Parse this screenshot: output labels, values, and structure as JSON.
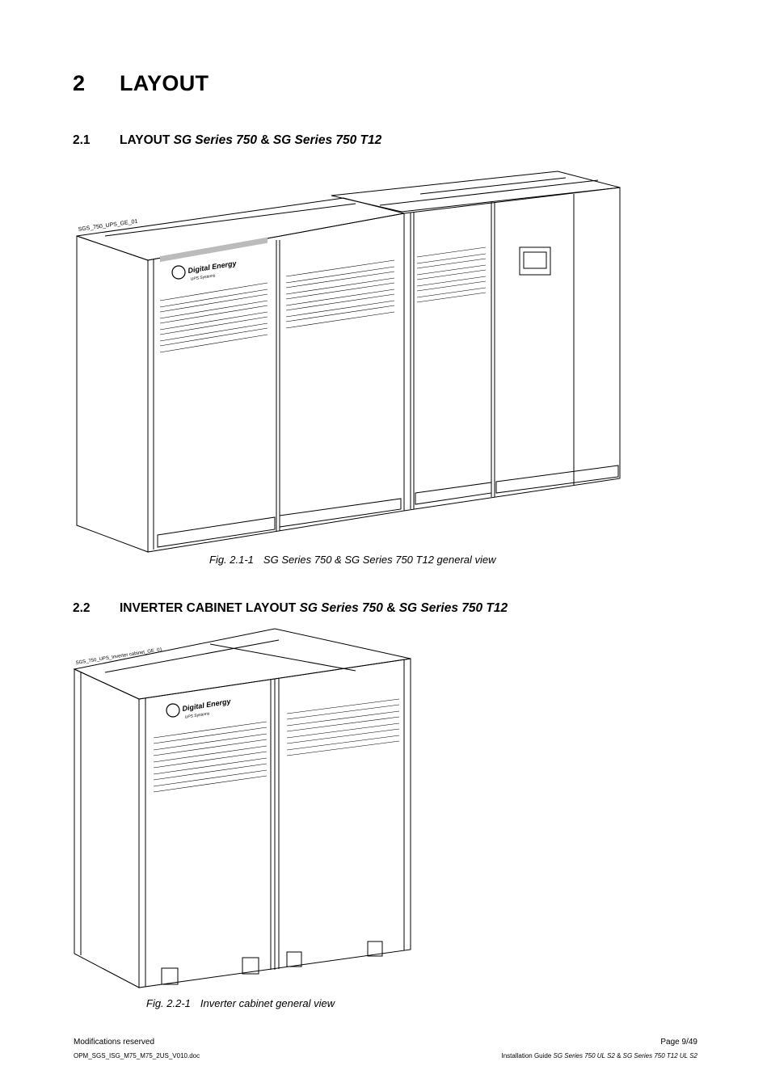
{
  "chapter": {
    "number": "2",
    "title": "LAYOUT"
  },
  "sections": [
    {
      "number": "2.1",
      "title_plain": "LAYOUT ",
      "title_italic_1": "SG Series 750",
      "title_amp": " & ",
      "title_italic_2": "SG Series 750 T12"
    },
    {
      "number": "2.2",
      "title_plain": "INVERTER CABINET LAYOUT ",
      "title_italic_1": "SG Series 750",
      "title_amp": " & ",
      "title_italic_2": "SG Series 750 T12"
    }
  ],
  "figures": [
    {
      "tag": "SGS_750_UPS_GE_01",
      "brand": "Digital Energy",
      "brand_sub": "UPS Systems",
      "caption_label": "Fig. 2.1-1",
      "caption_text": "SG Series 750 & SG Series 750 T12 general view"
    },
    {
      "tag": "SGS_750_UPS_Inverter cabinet_GE_01",
      "brand": "Digital Energy",
      "brand_sub": "UPS Systems",
      "caption_label": "Fig. 2.2-1",
      "caption_text": "Inverter cabinet general view"
    }
  ],
  "footer": {
    "left_top": "Modifications reserved",
    "left_bottom": "OPM_SGS_ISG_M75_M75_2US_V010.doc",
    "right_top": "Page 9/49",
    "right_bottom_plain_1": "Installation Guide ",
    "right_bottom_italic_1": "SG Series 750 UL S2",
    "right_bottom_plain_2": " & ",
    "right_bottom_italic_2": "SG Series 750 T12 UL S2"
  }
}
